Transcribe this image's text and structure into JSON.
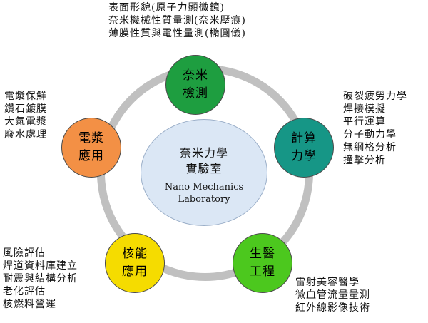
{
  "center": {
    "title_line1": "奈米力學",
    "title_line2": "實驗室",
    "english_line1": "Nano Mechanics",
    "english_line2": "Laboratory"
  },
  "nodes": [
    {
      "id": "top",
      "line1": "奈米",
      "line2": "檢測",
      "color": "#1e9e40"
    },
    {
      "id": "right",
      "line1": "計算",
      "line2": "力學",
      "color": "#169686"
    },
    {
      "id": "bottom-right",
      "line1": "生醫",
      "line2": "工程",
      "color": "#4cc81e"
    },
    {
      "id": "bottom-left",
      "line1": "核能",
      "line2": "應用",
      "color": "#f5dc00"
    },
    {
      "id": "left",
      "line1": "電漿",
      "line2": "應用",
      "color": "#f39045"
    }
  ],
  "texts": {
    "top": [
      "表面形貌(原子力顯微鏡)",
      "奈米機械性質量測(奈米壓痕)",
      "薄膜性質與電性量測(橢圓儀)"
    ],
    "left": [
      "電漿保鮮",
      "鑽石鍍膜",
      "大氣電漿",
      "廢水處理"
    ],
    "right": [
      "破裂疲勞力學",
      "焊接模擬",
      "平行運算",
      "分子動力學",
      "無網格分析",
      "撞擊分析"
    ],
    "bottom_left": [
      "風險評估",
      "焊道資料庫建立",
      "耐震與結構分析",
      "老化評估",
      "核燃料營運"
    ],
    "bottom_right": [
      "雷射美容醫學",
      "微血管流量量測",
      "紅外線影像技術"
    ]
  },
  "colors": {
    "ring": "#c0c0c0",
    "center_fill": "#dbe7f5"
  }
}
